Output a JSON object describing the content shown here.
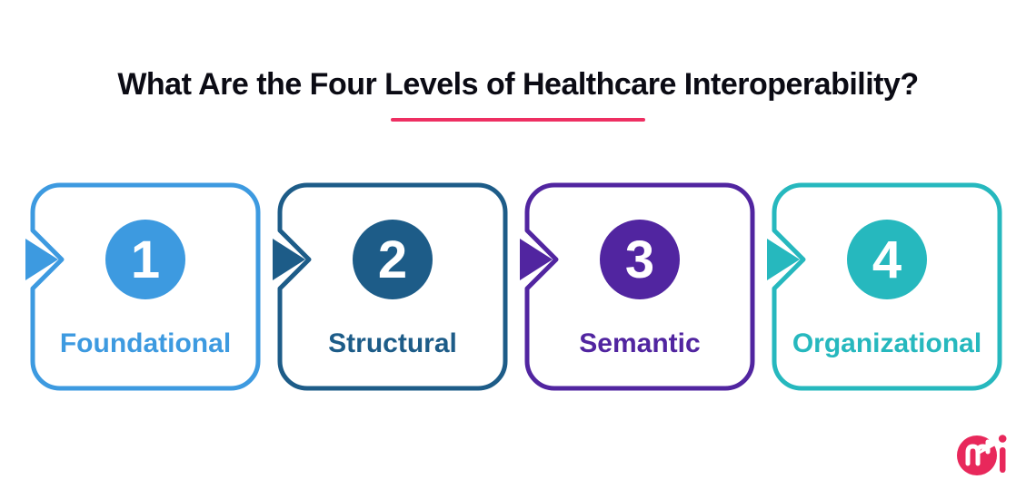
{
  "title": {
    "text": "What Are the Four Levels of Healthcare Interoperability?"
  },
  "accent": {
    "underline_color": "#ee2f62",
    "title_color": "#0b0b14",
    "logo_color": "#e8285b"
  },
  "levels": [
    {
      "number": "1",
      "label": "Foundational",
      "color": "#3d9ae0"
    },
    {
      "number": "2",
      "label": "Structural",
      "color": "#1d5c88"
    },
    {
      "number": "3",
      "label": "Semantic",
      "color": "#5125a0"
    },
    {
      "number": "4",
      "label": "Organizational",
      "color": "#26b8be"
    }
  ],
  "logo": {
    "name": "cmi-logo"
  }
}
